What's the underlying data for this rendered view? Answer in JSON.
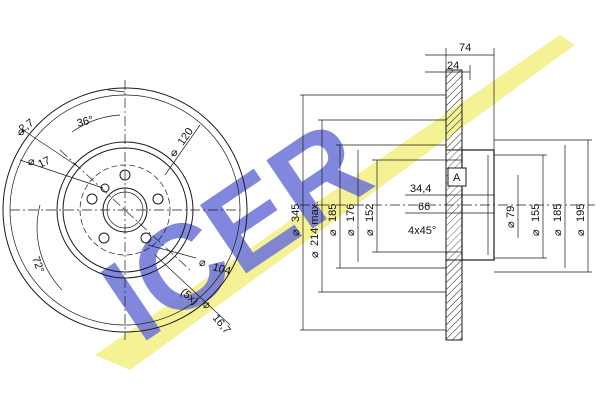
{
  "brand": {
    "logo_text": "ICER",
    "logo_color": "#6b73d8",
    "swoosh_color": "#f4ef8a"
  },
  "front_view": {
    "thickness_2_7": "2,7",
    "dia_17": "17",
    "angle_36": "36°",
    "dia_120": "120",
    "angle_72": "72°",
    "dia_104": "104",
    "holes_5x": "(5x)",
    "dia_16_7": "16,7"
  },
  "side_view": {
    "width_74": "74",
    "width_24": "24",
    "datum_a": "A",
    "dim_34_4": "34,4",
    "dim_66": "66",
    "chamfer": "4x45°",
    "dia_345": "345",
    "dia_214_max": "214 max.",
    "dia_185_left": "185",
    "dia_176": "176",
    "dia_152": "152",
    "dia_79": "79",
    "dia_155": "155",
    "dia_185_right": "185",
    "dia_195": "195"
  }
}
